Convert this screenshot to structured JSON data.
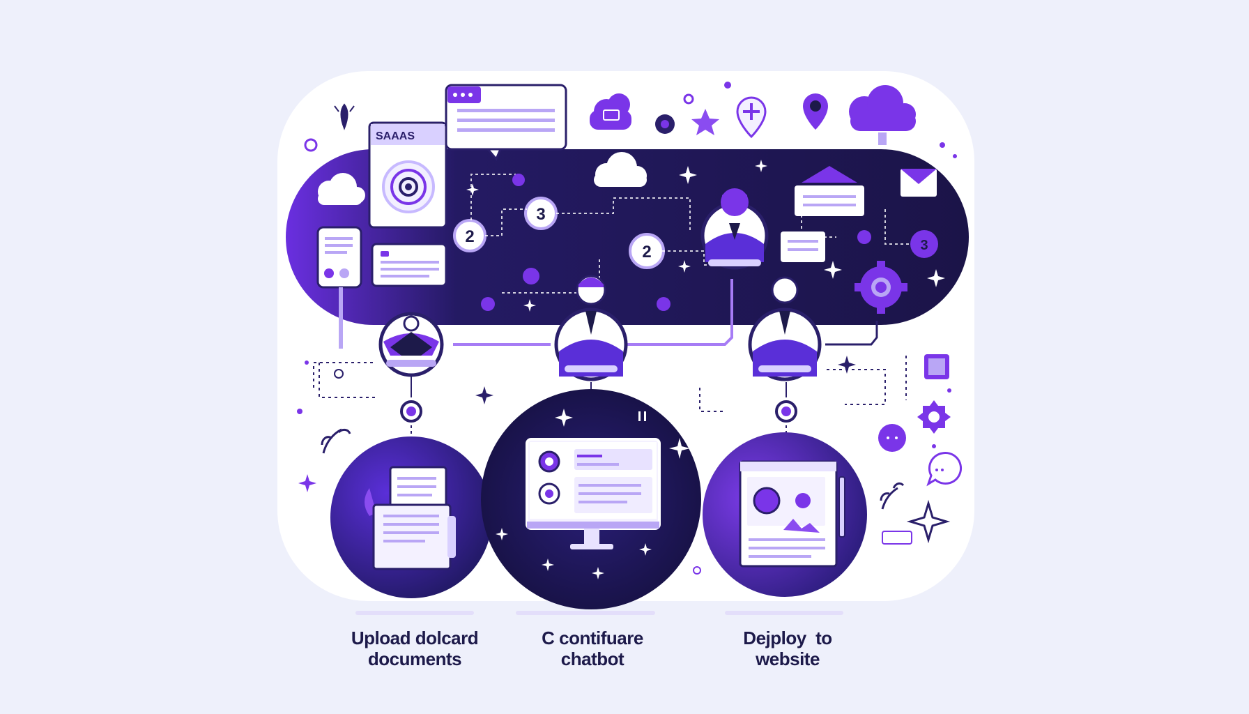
{
  "header_badge": "SAAAS",
  "step_badges": [
    "2",
    "3",
    "2",
    "3"
  ],
  "steps": [
    {
      "line1": "Upload dolcard",
      "line2": "documents"
    },
    {
      "line1": "C contifuare",
      "line2": "chatbot"
    },
    {
      "line1": "Dejploy  to",
      "line2": "website"
    }
  ],
  "colors": {
    "background": "#eef0fb",
    "card": "#ffffff",
    "band": "#1e1650",
    "accent": "#7a35e8",
    "accent_light": "#b9a6f5",
    "navy": "#1d1a4a"
  }
}
